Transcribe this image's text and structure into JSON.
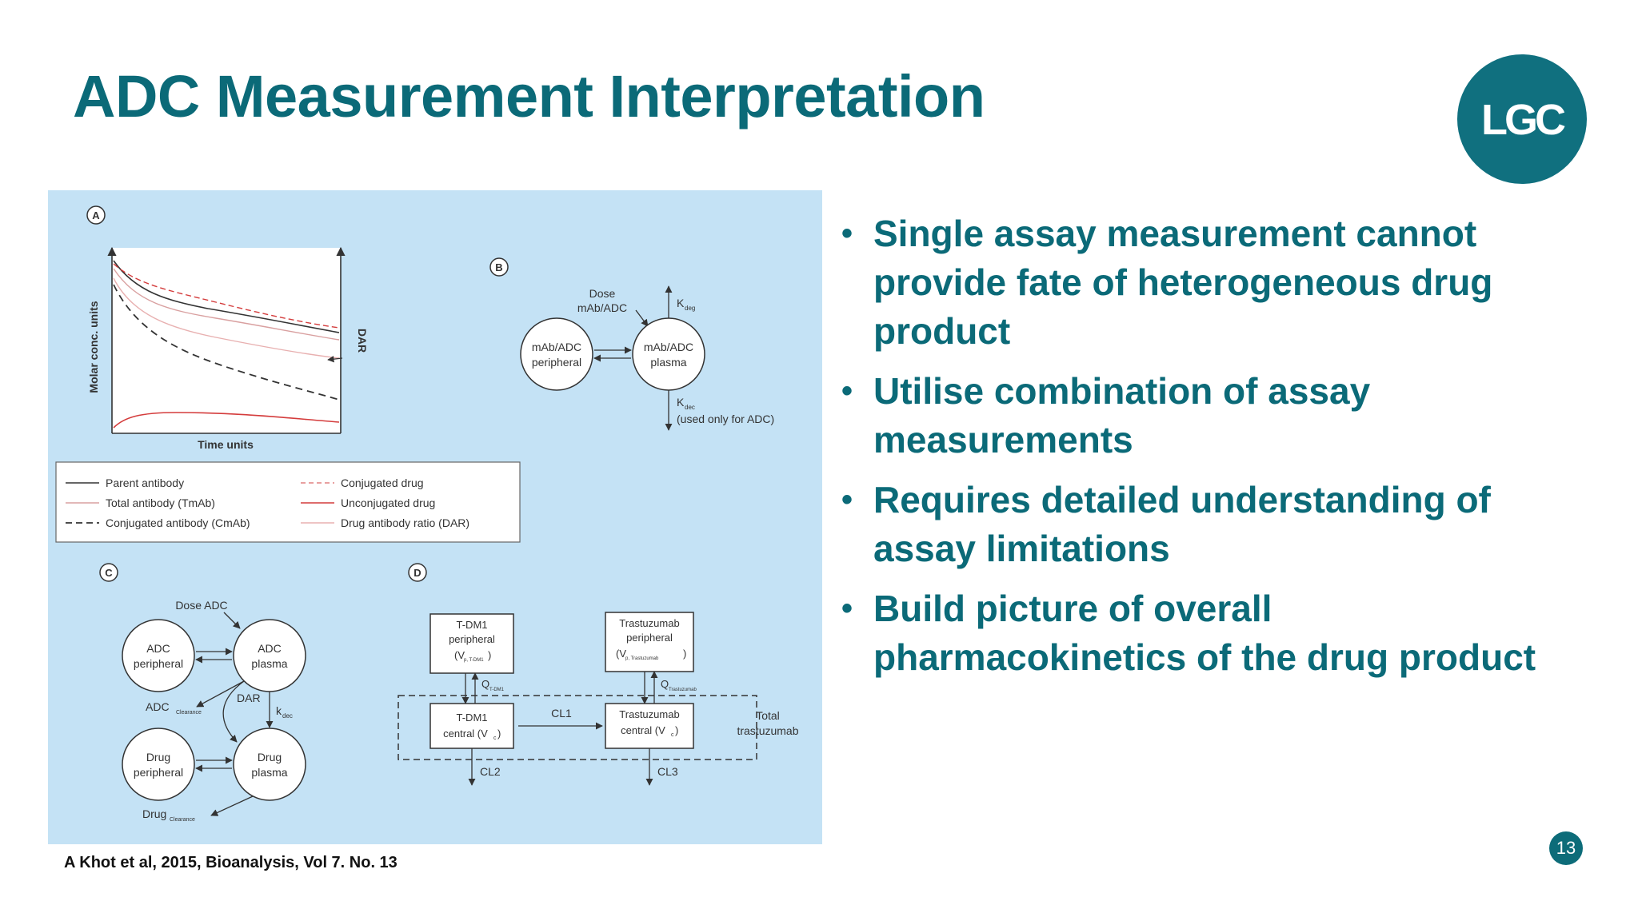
{
  "slide": {
    "title": "ADC Measurement Interpretation",
    "logo_text": "LGC",
    "page_number": "13",
    "citation": "A Khot et al, 2015, Bioanalysis, Vol 7. No. 13"
  },
  "bullets": [
    "Single assay measurement cannot provide fate of heterogeneous drug product",
    "Utilise combination of assay measurements",
    "Requires detailed understanding of assay limitations",
    "Build picture of overall pharmacokinetics of the drug product"
  ],
  "figure": {
    "panel_a": {
      "tag": "A",
      "ylabel": "Molar conc. units",
      "xlabel": "Time units",
      "y2label": "DAR",
      "legend": [
        {
          "label": "Parent antibody",
          "color": "#333333",
          "style": "solid"
        },
        {
          "label": "Total antibody (TmAb)",
          "color": "#d9a0a0",
          "style": "solid"
        },
        {
          "label": "Conjugated antibody (CmAb)",
          "color": "#333333",
          "style": "dashed"
        },
        {
          "label": "Conjugated drug",
          "color": "#e08080",
          "style": "dashed"
        },
        {
          "label": "Unconjugated drug",
          "color": "#d43c3c",
          "style": "solid"
        },
        {
          "label": "Drug antibody ratio (DAR)",
          "color": "#e8b0b0",
          "style": "solid"
        }
      ]
    },
    "panel_b": {
      "tag": "B",
      "dose": [
        "Dose",
        "mAb/ADC"
      ],
      "node_left": [
        "mAb/ADC",
        "peripheral"
      ],
      "node_right": [
        "mAb/ADC",
        "plasma"
      ],
      "k_top": "K",
      "k_top_sub": "deg",
      "k_bottom": "K",
      "k_bottom_sub": "dec",
      "k_note": "(used only for ADC)"
    },
    "panel_c": {
      "tag": "C",
      "dose": "Dose ADC",
      "adc_peripheral": [
        "ADC",
        "peripheral"
      ],
      "adc_plasma": [
        "ADC",
        "plasma"
      ],
      "drug_peripheral": [
        "Drug",
        "peripheral"
      ],
      "drug_plasma": [
        "Drug",
        "plasma"
      ],
      "adc_clearance": "ADC",
      "adc_clearance_sub": "Clearance",
      "dar": "DAR",
      "k": "k",
      "k_sub": "dec",
      "drug_clearance": "Drug",
      "drug_clearance_sub": "Clearance"
    },
    "panel_d": {
      "tag": "D",
      "tdm1_peripheral": [
        "T-DM1",
        "peripheral",
        "(V"
      ],
      "tdm1_peripheral_sub": "p, T-DM1",
      "trast_peripheral": [
        "Trastuzumab",
        "peripheral",
        "(V"
      ],
      "trast_peripheral_sub": "p, Trastuzumab",
      "q_left": "Q",
      "q_left_sub": "T-DM1",
      "q_right": "Q",
      "q_right_sub": "Trastuzumab",
      "tdm1_central": [
        "T-DM1",
        "central (V"
      ],
      "trast_central": [
        "Trastuzumab",
        "central (V"
      ],
      "central_sub": "c",
      "cl1": "CL1",
      "cl2": "CL2",
      "cl3": "CL3",
      "total_label": [
        "Total",
        "trastuzumab"
      ]
    }
  }
}
